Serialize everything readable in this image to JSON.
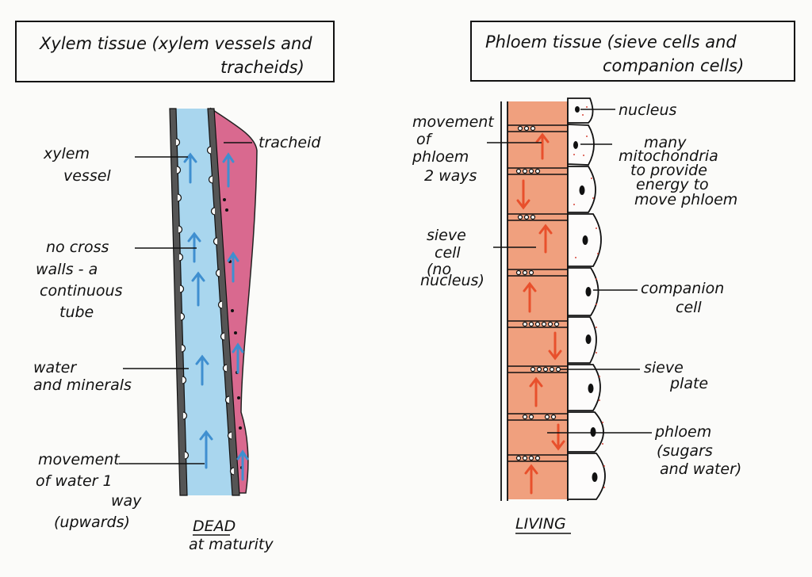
{
  "xylem": {
    "title_line1": "Xylem tissue (xylem vessels and",
    "title_line2": "tracheids)",
    "labels": {
      "tracheid": "tracheid",
      "vessel_1": "xylem",
      "vessel_2": "vessel",
      "cross_1": "no cross",
      "cross_2": "walls - a",
      "cross_3": "continuous",
      "cross_4": "tube",
      "water_1": "water",
      "water_2": "and minerals",
      "move_1": "movement",
      "move_2": "of water 1",
      "move_3": "way",
      "move_4": "(upwards)",
      "dead": "DEAD",
      "maturity": "at maturity"
    }
  },
  "phloem": {
    "title_line1": "Phloem tissue (sieve cells and",
    "title_line2": "companion cells)",
    "labels": {
      "move_1": "movement",
      "move_2": "of",
      "move_3": "phloem",
      "move_4": "2 ways",
      "sieve_1": "sieve",
      "sieve_2": "cell",
      "sieve_3": "(no",
      "sieve_4": "nucleus)",
      "nucleus": "nucleus",
      "mito_1": "many",
      "mito_2": "mitochondria",
      "mito_3": "to provide",
      "mito_4": "energy to",
      "mito_5": "move phloem",
      "companion_1": "companion",
      "companion_2": "cell",
      "plate_1": "sieve",
      "plate_2": "plate",
      "content_1": "phloem",
      "content_2": "(sugars",
      "content_3": "and water)",
      "living": "LIVING"
    }
  },
  "colors": {
    "xylem_water": "#a9d6ee",
    "xylem_arrow": "#3f8fd0",
    "tracheid_fill": "#d9698f",
    "vessel_wall": "#555555",
    "phloem_fill": "#f0a07e",
    "phloem_arrow": "#e8502c",
    "mito_dots": "#d6473a"
  }
}
